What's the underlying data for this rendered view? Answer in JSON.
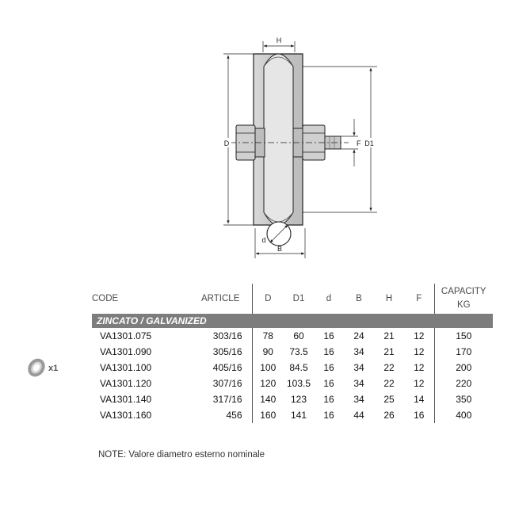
{
  "drawing": {
    "labels": {
      "h": "H",
      "d_outer": "D",
      "f": "F",
      "d1": "D1",
      "d_small": "d",
      "b": "B"
    }
  },
  "pack": {
    "quantity": "x1",
    "icon": "washer-icon"
  },
  "table": {
    "headers": {
      "code": "CODE",
      "article": "ARTICLE",
      "d": "D",
      "d1": "D1",
      "d_small": "d",
      "b": "B",
      "h": "H",
      "f": "F",
      "capacity_line1": "CAPACITY",
      "capacity_line2": "KG"
    },
    "group": "ZINCATO / GALVANIZED",
    "rows": [
      {
        "code": "VA1301.075",
        "article": "303/16",
        "d": "78",
        "d1": "60",
        "d_small": "16",
        "b": "24",
        "h": "21",
        "f": "12",
        "capacity": "150"
      },
      {
        "code": "VA1301.090",
        "article": "305/16",
        "d": "90",
        "d1": "73.5",
        "d_small": "16",
        "b": "34",
        "h": "21",
        "f": "12",
        "capacity": "170"
      },
      {
        "code": "VA1301.100",
        "article": "405/16",
        "d": "100",
        "d1": "84.5",
        "d_small": "16",
        "b": "34",
        "h": "22",
        "f": "12",
        "capacity": "200"
      },
      {
        "code": "VA1301.120",
        "article": "307/16",
        "d": "120",
        "d1": "103.5",
        "d_small": "16",
        "b": "34",
        "h": "22",
        "f": "12",
        "capacity": "220"
      },
      {
        "code": "VA1301.140",
        "article": "317/16",
        "d": "140",
        "d1": "123",
        "d_small": "16",
        "b": "34",
        "h": "25",
        "f": "14",
        "capacity": "350"
      },
      {
        "code": "VA1301.160",
        "article": "456",
        "d": "160",
        "d1": "141",
        "d_small": "16",
        "b": "44",
        "h": "26",
        "f": "16",
        "capacity": "400"
      }
    ]
  },
  "note": "NOTE:  Valore diametro esterno nominale"
}
